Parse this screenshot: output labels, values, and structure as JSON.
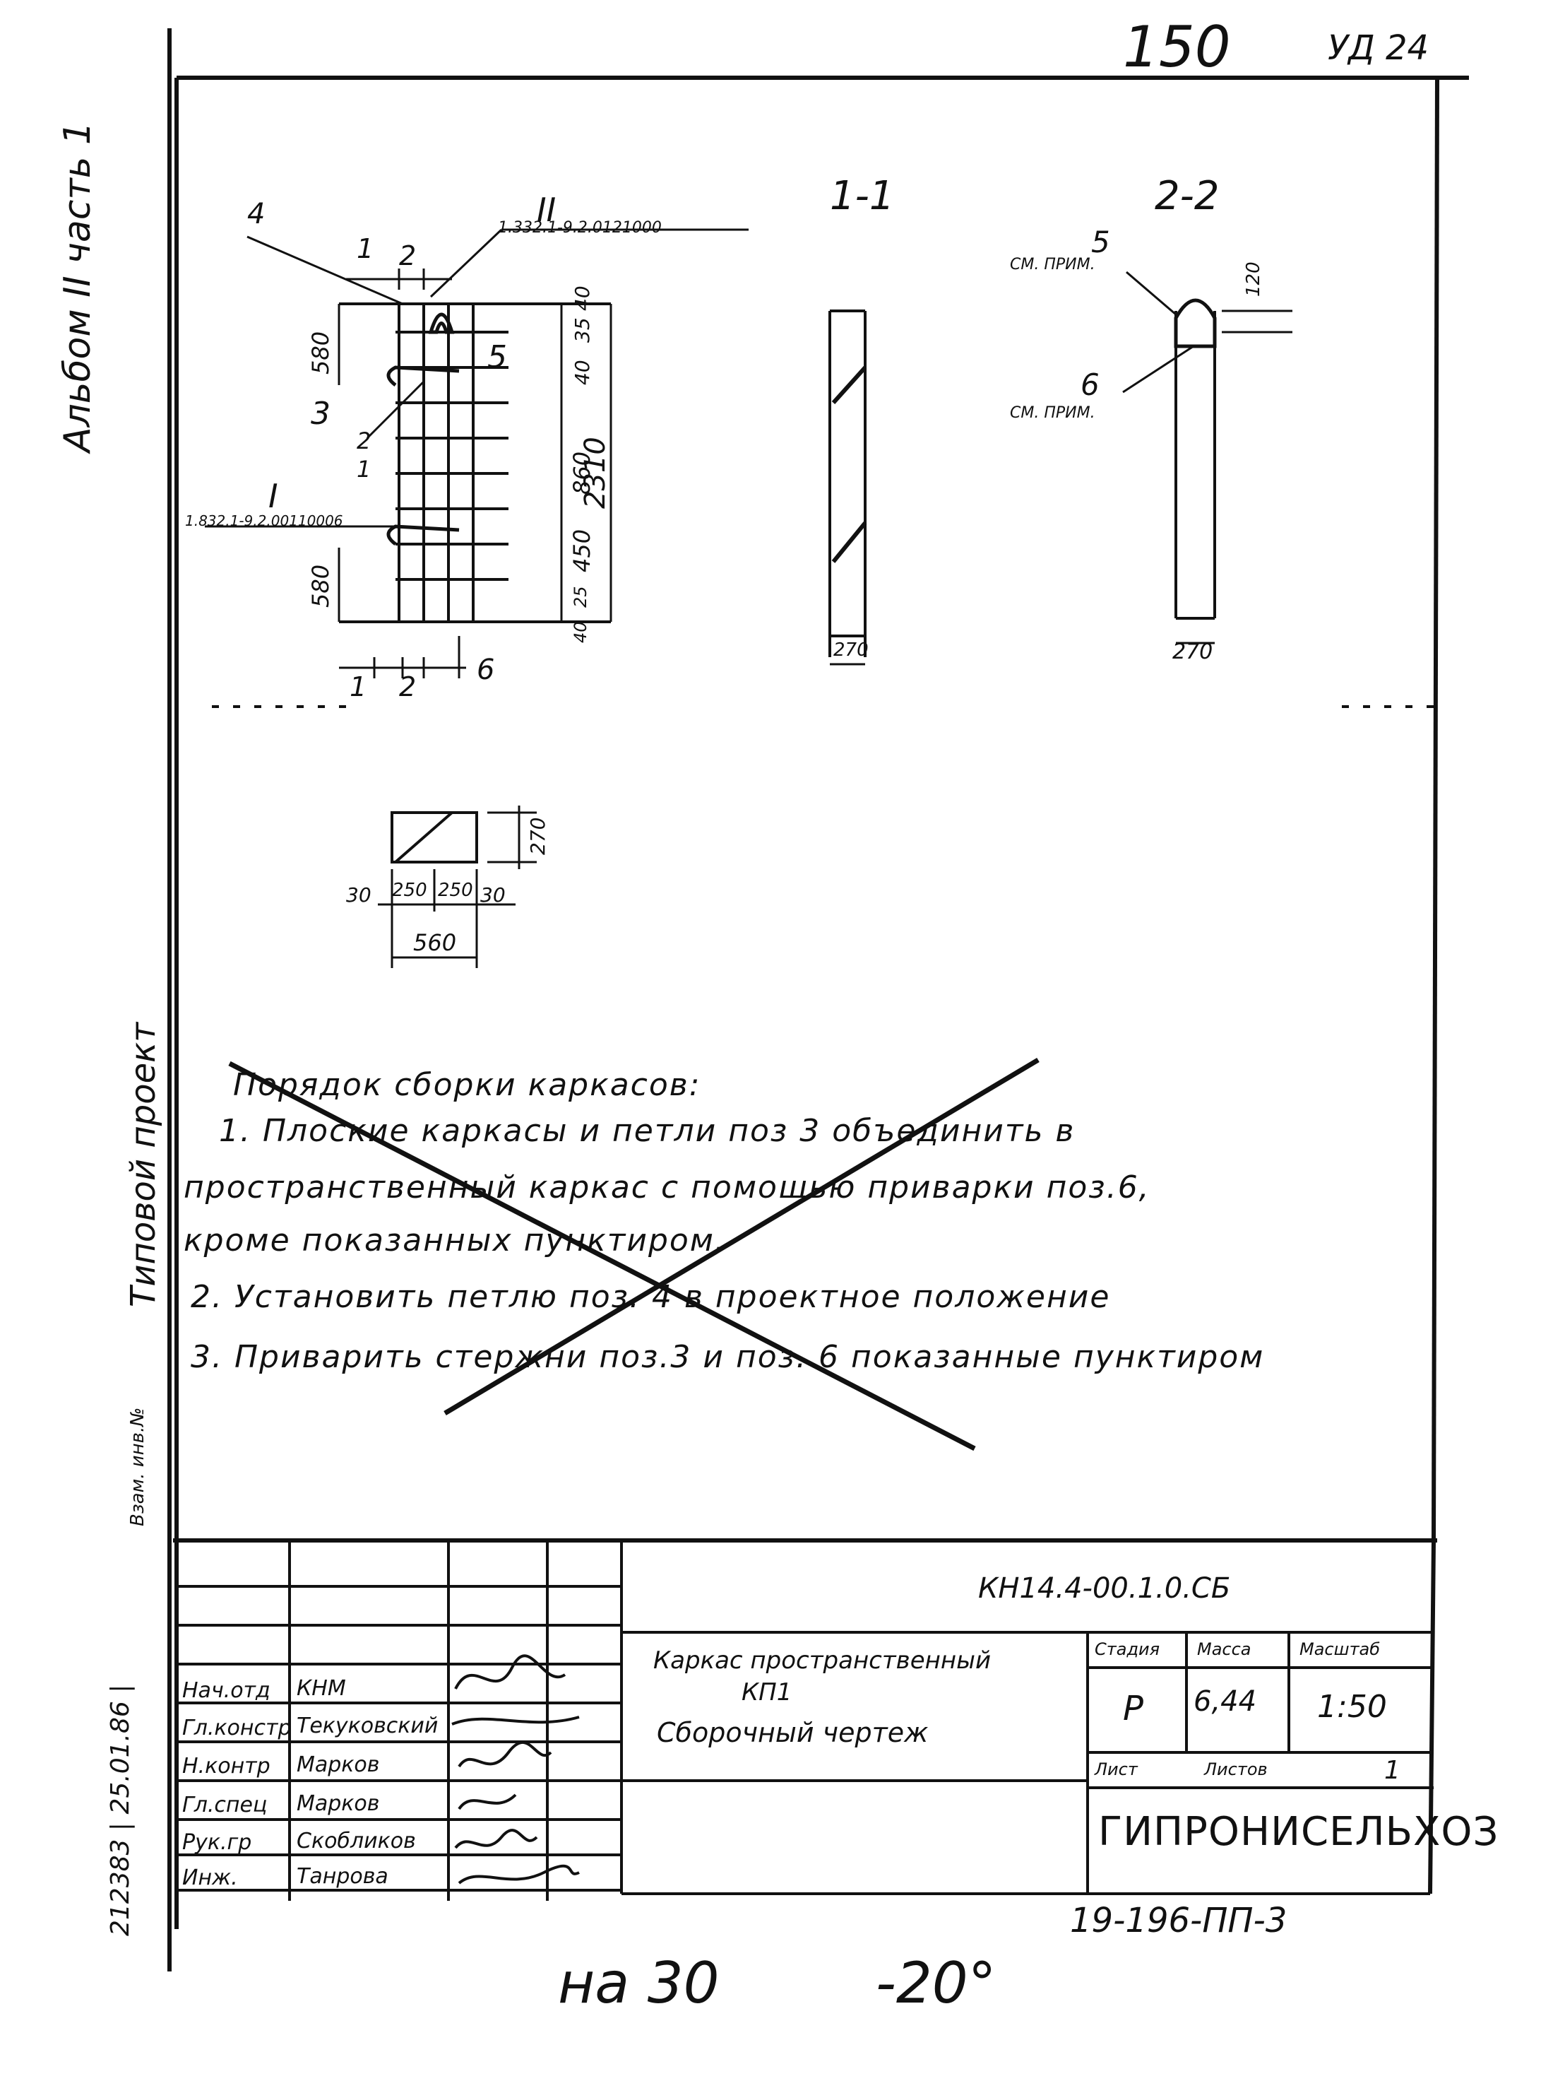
{
  "sheet": {
    "sheet_number": "150",
    "corner_mark": "УД 24",
    "bottom_note_left": "на 30",
    "bottom_note_right": "-20°",
    "side_text_album": "Альбом II часть 1",
    "side_text_typical": "Типовой проект",
    "side_text_stamp": "Взам. инв.№",
    "side_text_inv": "212383 | 25.01.86 |"
  },
  "drawing": {
    "section_1": "1-1",
    "section_2": "2-2",
    "frame_labels": {
      "ref_II": "II",
      "ref_II_doc": "1.332.1-9.2.0121000",
      "ref_I": "I",
      "ref_I_doc": "1.832.1-9.2.00110006",
      "pos_4": "4",
      "pos_5": "5",
      "pos_3": "3",
      "pos_1": "1",
      "pos_2": "2",
      "pos_6": "6"
    },
    "dims_main": {
      "d40a": "40",
      "d35": "35",
      "d40b": "40",
      "d860": "860",
      "d450": "450",
      "d25": "25",
      "d40c": "40",
      "d2310": "2310",
      "d580a": "580",
      "d580b": "580"
    },
    "section_dims": {
      "w270_1": "270",
      "w270_2": "270",
      "d120": "120",
      "sm_prim_5": "СМ. ПРИМ.",
      "sm_prim_6": "СМ. ПРИМ."
    },
    "small_section": {
      "d270": "270",
      "d30a": "30",
      "d250a": "250",
      "d250b": "250",
      "d30b": "30",
      "d560": "560"
    }
  },
  "notes": {
    "title": "Порядок сборки каркасов:",
    "line1": "1. Плоские каркасы и петли поз 3 объединить в",
    "line2": "пространственный каркас с помощью приварки поз.6,",
    "line3": "кроме показанных пунктиром.",
    "line4": "2. Установить петлю поз. 4 в проектное положение",
    "line5": "3. Приварить стержни поз.3 и поз. 6 показанные пунктиром"
  },
  "title_block": {
    "doc_code": "КН14.4-00.1.0.СБ",
    "product_name_1": "Каркас пространственный",
    "product_name_2": "КП1",
    "product_name_3": "Сборочный чертеж",
    "col_stage": "Стадия",
    "col_mass": "Масса",
    "col_scale": "Масштаб",
    "stage": "Р",
    "mass": "6,44",
    "scale": "1:50",
    "sheet_label": "Лист",
    "sheets_label": "Листов",
    "sheets_count": "1",
    "org": "ГИПРОНИСЕЛЬХОЗ",
    "project_code": "19-196-ПП-3",
    "signatures": [
      {
        "role": "Нач.отд",
        "name": "КНМ"
      },
      {
        "role": "Гл.констр",
        "name": "Текуковский"
      },
      {
        "role": "Н.контр",
        "name": "Марков"
      },
      {
        "role": "Гл.спец",
        "name": "Марков"
      },
      {
        "role": "Рук.гр",
        "name": "Скобликов"
      },
      {
        "role": "Инж.",
        "name": "Танрова"
      }
    ]
  }
}
